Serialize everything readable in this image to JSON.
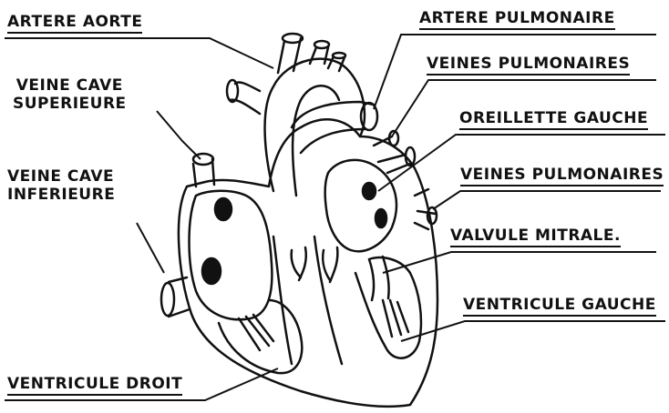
{
  "labels": {
    "artere_aorte": "ARTERE AORTE",
    "artere_pulmonaire": "ARTERE PULMONAIRE",
    "veine_cave_superieure": [
      "VEINE CAVE",
      "SUPERIEURE"
    ],
    "veines_pulmonaires_top": "VEINES PULMONAIRES",
    "oreillette_gauche": "OREILLETTE GAUCHE",
    "veine_cave_inferieure": [
      "VEINE CAVE",
      "INFERIEURE"
    ],
    "veines_pulmonaires_mid": "VEINES PULMONAIRES",
    "valvule_mitrale": "VALVULE MITRALE.",
    "ventricule_gauche": "VENTRICULE GAUCHE",
    "ventricule_droit": "VENTRICULE DROIT"
  },
  "colors": {
    "ink": "#111111",
    "paper": "#ffffff"
  }
}
